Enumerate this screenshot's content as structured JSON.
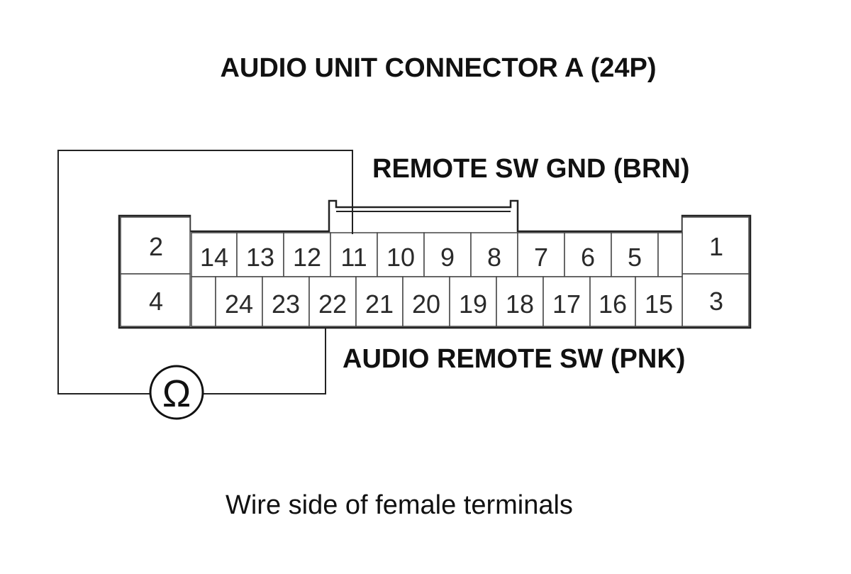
{
  "title": "AUDIO UNIT CONNECTOR A (24P)",
  "labels": {
    "remote_gnd": "REMOTE SW GND (BRN)",
    "remote_sw": "AUDIO REMOTE SW (PNK)",
    "caption": "Wire side of female terminals"
  },
  "meter_symbol": "Ω",
  "icons": {
    "meter": "ohmmeter-icon"
  },
  "connector": {
    "large_pins": [
      "2",
      "4",
      "1",
      "3"
    ],
    "top_row": [
      "14",
      "13",
      "12",
      "11",
      "10",
      "9",
      "8",
      "7",
      "6",
      "5",
      ""
    ],
    "bottom_row": [
      "",
      "24",
      "23",
      "22",
      "21",
      "20",
      "19",
      "18",
      "17",
      "16",
      "15"
    ]
  },
  "probed_pins": [
    "11",
    "22"
  ]
}
